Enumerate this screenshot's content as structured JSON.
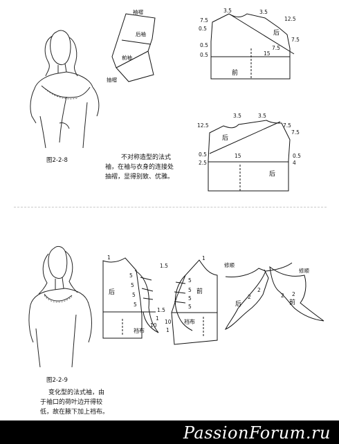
{
  "section1": {
    "figure_label": "图2-2-8",
    "caption_lines": [
      "不对称造型的法式",
      "袖，在袖与衣身的连接处",
      "抽褶，显得别致、优雅。"
    ],
    "sleeve_labels": {
      "top": "袖褶",
      "back": "后袖",
      "front": "前袖",
      "bottom": "抽褶"
    },
    "pattern1": {
      "back": "后",
      "front": "前",
      "nums": [
        "3.5",
        "3.5",
        "7.5",
        "12.5",
        "0.5",
        "0.5",
        "0.5",
        "15",
        "7.5",
        "7.5"
      ]
    },
    "pattern2": {
      "back": "后",
      "front": "后",
      "nums": [
        "3.5",
        "3.5",
        "12.5",
        "7.5",
        "7.5",
        "0.5",
        "2.5",
        "15",
        "0.5",
        "4"
      ]
    }
  },
  "section2": {
    "figure_label": "图2-2-9",
    "caption_lines": [
      "变化型的法式袖，由",
      "于袖口的荷叶边开得较",
      "低，故在腋下加上裆布。"
    ],
    "pattern3": {
      "back": "后",
      "gusset": "裆布",
      "nums": [
        "1",
        "1.5",
        "5",
        "5",
        "5",
        "5",
        "1.5",
        "1",
        "10"
      ]
    },
    "pattern4": {
      "front": "前",
      "gusset": "裆布",
      "nums": [
        "1",
        "5",
        "5",
        "5",
        "5",
        "10",
        "1"
      ]
    },
    "pieces": {
      "trim1": "修顺",
      "trim2": "修顺",
      "back": "后",
      "front": "前",
      "nums": [
        "2",
        "2",
        "2",
        "2"
      ]
    }
  },
  "watermark": "PassionForum.ru"
}
